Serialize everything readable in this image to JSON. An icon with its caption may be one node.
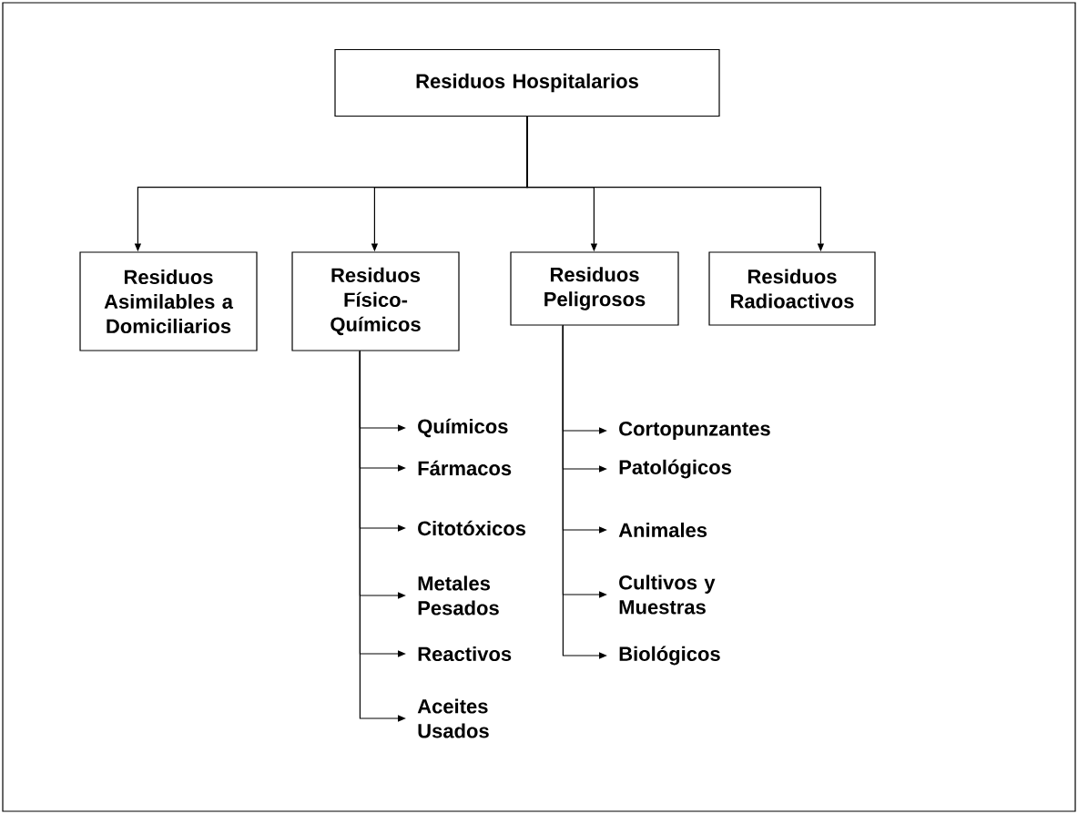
{
  "diagram": {
    "nodes": [
      {
        "text": [
          "Residuos Hospitalarios"
        ]
      },
      {
        "text": [
          "Residuos Asimilables a Domiciliarios"
        ]
      },
      {
        "text": [
          "Residuos Físico-Químicos"
        ]
      },
      {
        "text": [
          "Residuos Peligrosos"
        ]
      },
      {
        "text": [
          "Residuos Radioactivos"
        ]
      },
      {
        "text": [
          "Químicos"
        ]
      },
      {
        "text": [
          "Fármacos"
        ]
      },
      {
        "text": [
          "Citotóxicos"
        ]
      },
      {
        "text": [
          "Metales Pesados"
        ]
      },
      {
        "text": [
          "Reactivos"
        ]
      },
      {
        "text": [
          "Aceites Usados"
        ]
      },
      {
        "text": [
          "Cortopunzantes"
        ]
      },
      {
        "text": [
          "Patológicos"
        ]
      },
      {
        "text": [
          "Animales"
        ]
      },
      {
        "text": [
          "Cultivos y Muestras"
        ]
      },
      {
        "text": [
          "Biológicos"
        ]
      }
    ],
    "edges": [
      {
        "from": 0,
        "to": 1,
        "arrow": "to"
      },
      {
        "from": 0,
        "to": 2,
        "arrow": "to"
      },
      {
        "from": 0,
        "to": 3,
        "arrow": "to"
      },
      {
        "from": 0,
        "to": 4,
        "arrow": "to"
      },
      {
        "from": 2,
        "to": 5,
        "arrow": "to"
      },
      {
        "from": 2,
        "to": 6,
        "arrow": "to"
      },
      {
        "from": 2,
        "to": 7,
        "arrow": "to"
      },
      {
        "from": 2,
        "to": 8,
        "arrow": "to"
      },
      {
        "from": 2,
        "to": 9,
        "arrow": "to"
      },
      {
        "from": 2,
        "to": 10,
        "arrow": "to"
      },
      {
        "from": 3,
        "to": 11,
        "arrow": "to"
      },
      {
        "from": 3,
        "to": 12,
        "arrow": "to"
      },
      {
        "from": 3,
        "to": 13,
        "arrow": "to"
      },
      {
        "from": 3,
        "to": 14,
        "arrow": "to"
      },
      {
        "from": 3,
        "to": 15,
        "arrow": "to"
      }
    ]
  }
}
